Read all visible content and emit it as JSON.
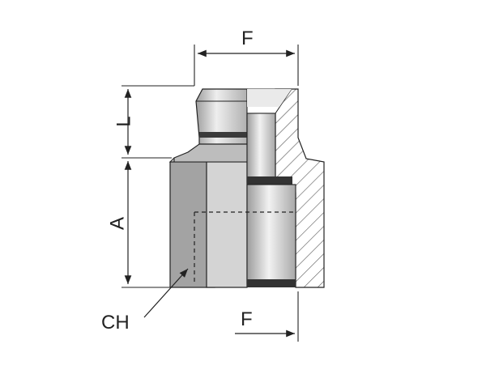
{
  "labels": {
    "top_f": "F",
    "l": "L",
    "a": "A",
    "ch": "CH",
    "bottom_f": "F"
  },
  "colors": {
    "line": "#222222",
    "metal_dark": "#8c8c8c",
    "metal_mid": "#b9b9b9",
    "metal_light": "#e4e4e4",
    "seal": "#3a3a3a",
    "hatch": "#555555"
  }
}
